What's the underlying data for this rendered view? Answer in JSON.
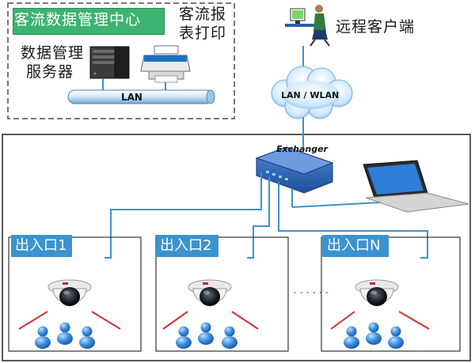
{
  "header": {
    "title": "客流数据管理中心",
    "report_print": [
      "客流报",
      "表打印"
    ],
    "server": [
      "数据管理",
      "服务器"
    ],
    "lan": "LAN"
  },
  "remote": {
    "label": "远程客户端",
    "cloud": "LAN / WLAN"
  },
  "network": {
    "switch": "Exchanger"
  },
  "entrances": [
    {
      "label": "出入口1"
    },
    {
      "label": "出入口2"
    },
    {
      "label": "出入口N"
    }
  ],
  "ellipsis": "......",
  "colors": {
    "accent_blue": "#3a93cf",
    "title_green": "#3cb371",
    "sensor_red": "#d32f2f",
    "people_blue": "#2b7fd1",
    "dashed_border": "#777777"
  }
}
